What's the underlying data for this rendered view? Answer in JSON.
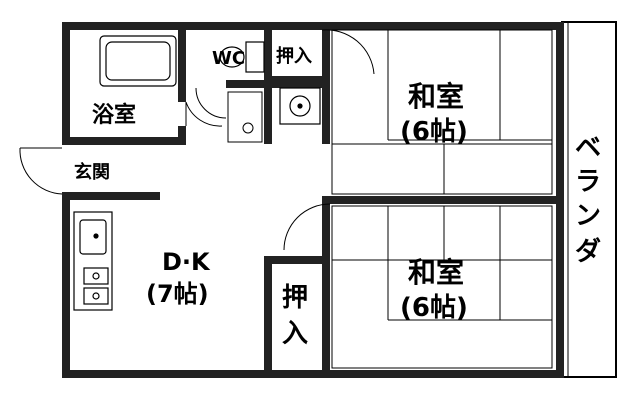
{
  "floor_plan": {
    "labels": {
      "bath": "浴室",
      "wc": "WC",
      "closet_top": "押入",
      "entrance": "玄関",
      "dk": "D·K",
      "dk_size": "(7帖)",
      "room1": "和室",
      "room1_size": "(6帖)",
      "room2": "和室",
      "room2_size": "(6帖)",
      "closet_bottom_1": "押",
      "closet_bottom_2": "入",
      "veranda": [
        "ベ",
        "ラ",
        "ン",
        "ダ"
      ]
    }
  }
}
